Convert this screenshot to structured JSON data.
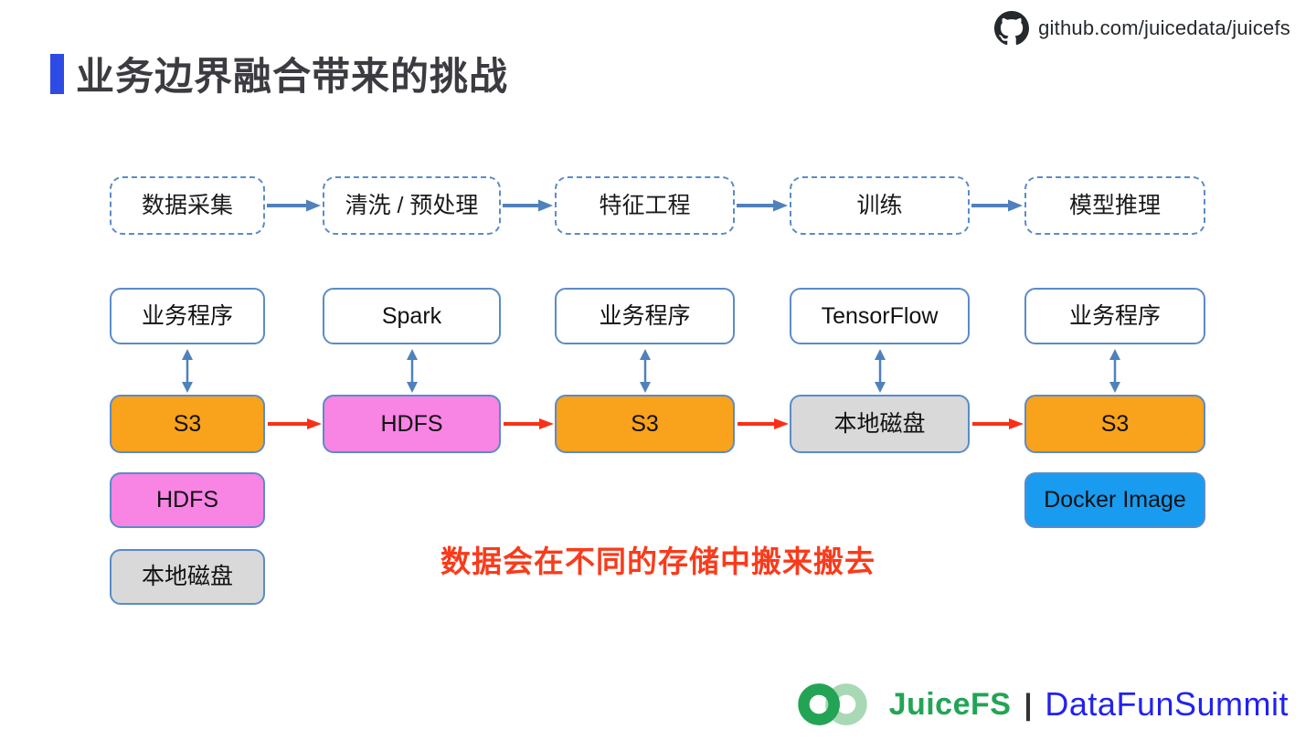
{
  "header": {
    "title": "业务边界融合带来的挑战",
    "github_text": "github.com/juicedata/juicefs"
  },
  "pipeline": {
    "stages": [
      {
        "label": "数据采集"
      },
      {
        "label": "清洗 / 预处理"
      },
      {
        "label": "特征工程"
      },
      {
        "label": "训练"
      },
      {
        "label": "模型推理"
      }
    ]
  },
  "columns": [
    {
      "app": "业务程序",
      "storage": {
        "label": "S3",
        "color": "#F9A21B"
      },
      "extras": [
        {
          "label": "HDFS",
          "color": "#F884E4"
        },
        {
          "label": "本地磁盘",
          "color": "#D9D9D9"
        }
      ]
    },
    {
      "app": "Spark",
      "storage": {
        "label": "HDFS",
        "color": "#F884E4"
      },
      "extras": []
    },
    {
      "app": "业务程序",
      "storage": {
        "label": "S3",
        "color": "#F9A21B"
      },
      "extras": []
    },
    {
      "app": "TensorFlow",
      "storage": {
        "label": "本地磁盘",
        "color": "#D9D9D9"
      },
      "extras": []
    },
    {
      "app": "业务程序",
      "storage": {
        "label": "S3",
        "color": "#F9A21B"
      },
      "extras": [
        {
          "label": "Docker Image",
          "color": "#199BF0"
        }
      ]
    }
  ],
  "callout": {
    "text": "数据会在不同的存储中搬来搬去",
    "color": "#F93B1C"
  },
  "footer": {
    "brand": "JuiceFS",
    "separator": "|",
    "event": "DataFunSummit"
  },
  "colors": {
    "accent": "#2E4BE3",
    "title-text": "#3B3B41",
    "github-dark": "#24292E",
    "steel": "#5B8BC9",
    "arrow-blue": "#4F81BD",
    "orange": "#F9A21B",
    "pink": "#F884E4",
    "gray": "#D9D9D9",
    "docker-blue": "#199BF0",
    "red": "#F93017",
    "callout-red": "#F93B1C",
    "brand-green": "#23A455",
    "logo-light-green": "#A9D8B5",
    "event-blue": "#2222F0"
  }
}
